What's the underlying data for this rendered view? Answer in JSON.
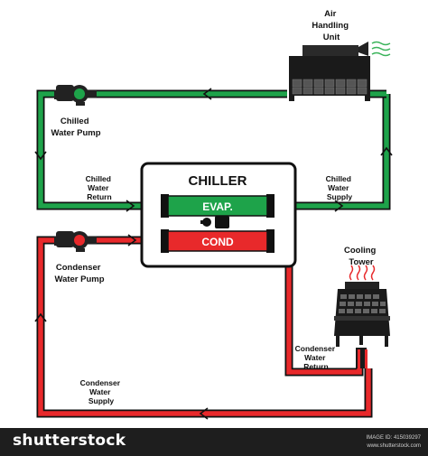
{
  "diagram": {
    "chiller": {
      "title": "CHILLER",
      "evap_label": "EVAP.",
      "cond_label": "COND"
    },
    "labels": {
      "air_handling_unit": [
        "Air",
        "Handling",
        "Unit"
      ],
      "chilled_water_pump": [
        "Chilled",
        "Water Pump"
      ],
      "chilled_water_return": [
        "Chilled",
        "Water",
        "Return"
      ],
      "chilled_water_supply": [
        "Chilled",
        "Water",
        "Supply"
      ],
      "condenser_water_pump": [
        "Condenser",
        "Water Pump"
      ],
      "cooling_tower": [
        "Cooling",
        "Tower"
      ],
      "condenser_water_return": [
        "Condenser",
        "Water",
        "Return"
      ],
      "condenser_water_supply": [
        "Condenser",
        "Water",
        "Supply"
      ]
    },
    "colors": {
      "chilled_loop": "#1ea34a",
      "condenser_loop": "#e8292b",
      "pipe_outline": "#111111",
      "equipment": "#1a1a1a"
    }
  },
  "footer": {
    "brand": "shutterstock",
    "image_id": "IMAGE ID: 415039297",
    "site": "www.shutterstock.com"
  }
}
